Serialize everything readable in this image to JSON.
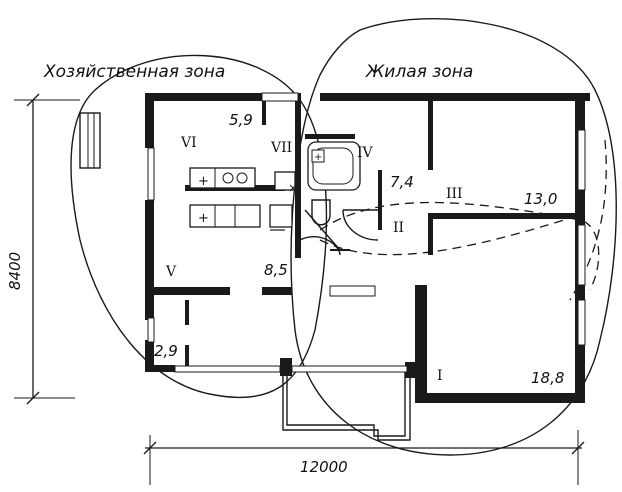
{
  "zones": {
    "service": "Хозяйственная зона",
    "living": "Жилая зона"
  },
  "rooms": {
    "r1": "I",
    "r2": "II",
    "r3": "III",
    "r4": "IV",
    "r5": "V",
    "r6": "VI",
    "r7": "VII"
  },
  "areas": {
    "a_vi": "5,9",
    "a_iv": "7,4",
    "a_iii": "13,0",
    "a_v": "8,5",
    "a_corner": "2,9",
    "a_i": "18,8"
  },
  "dimensions": {
    "height": "8400",
    "width": "12000"
  }
}
